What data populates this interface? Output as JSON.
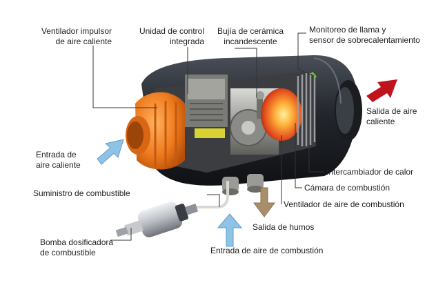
{
  "labels": {
    "blower_fan": [
      "Ventilador impulsor",
      "de aire caliente"
    ],
    "control_unit": [
      "Unidad de control",
      "integrada"
    ],
    "glow_plug": [
      "Bujía de cerámica",
      "incandescente"
    ],
    "flame_monitor": [
      "Monitoreo de llama y",
      "sensor de sobrecalentamiento"
    ],
    "hot_air_outlet": [
      "Salida de aire",
      "caliente"
    ],
    "hot_air_inlet": [
      "Entrada de",
      "aire caliente"
    ],
    "heat_exchanger": "Intercambiador de calor",
    "combustion_chamber": "Cámara de combustión",
    "combustion_fan": "Ventilador de aire de combustión",
    "fuel_supply": "Suministro de combustible",
    "exhaust_outlet": "Salida de humos",
    "combustion_air_inlet": "Entrada de aire de combustión",
    "dosing_pump": [
      "Bomba dosificadora",
      "de combustible"
    ]
  },
  "colors": {
    "hot_arrow": "#c0141c",
    "cold_arrow": "#8fc3e6",
    "exhaust_arrow": "#a88e6a",
    "fan_orange": "#ee7a22",
    "housing": "#2a2d33"
  }
}
